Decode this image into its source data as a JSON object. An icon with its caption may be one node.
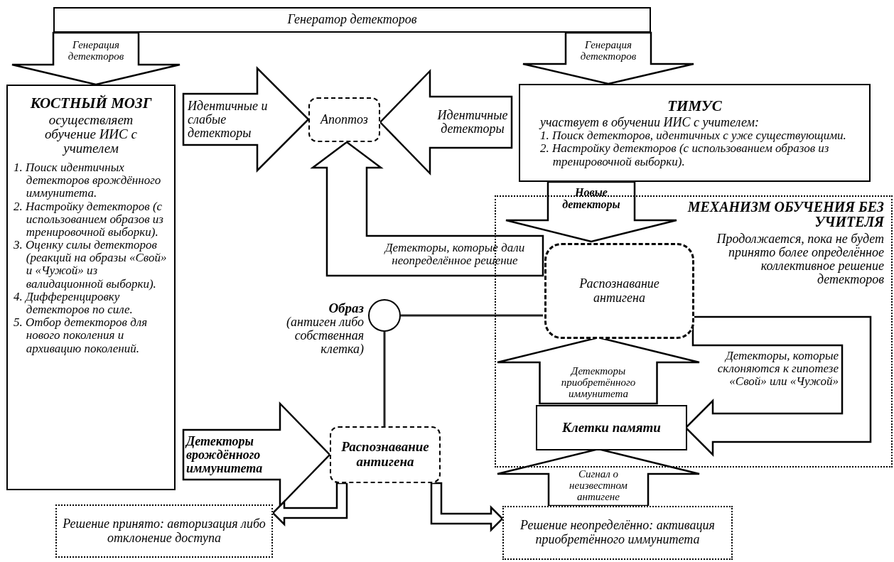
{
  "diagram": {
    "nodes": [
      {
        "text": [
          "Генератор детекторов"
        ]
      },
      {
        "text": [
          "КОСТНЫЙ МОЗГ",
          "осуществляет обучение ИИС с учителем",
          "1. Поиск идентичных детекторов врождённого иммунитета.",
          "2. Настройку детекторов (с использованием образов из тренировочной выборки).",
          "3. Оценку силы детекторов (реакций на образы «Свой» и «Чужой» из валидационной выборки).",
          "4. Дифференцировку детекторов по силе.",
          "5. Отбор детекторов для нового поколения и архивацию поколений."
        ]
      },
      {
        "text": [
          "Апоптоз"
        ]
      },
      {
        "text": [
          "ТИМУС",
          "участвует в обучении ИИС с учителем:",
          "1. Поиск детекторов, идентичных с уже существующими.",
          "2. Настройку детекторов (с использованием образов из тренировочной выборки)."
        ]
      },
      {
        "text": [
          "МЕХАНИЗМ ОБУЧЕНИЯ БЕЗ УЧИТЕЛЯ",
          "Продолжается, пока не будет принято более определённое коллективное решение детекторов"
        ]
      },
      {
        "text": [
          "Распознавание антигена"
        ],
        "in": 4
      },
      {
        "text": [
          "Клетки памяти"
        ],
        "in": 4
      },
      {
        "text": [],
        "shape": "circle",
        "beside": [
          "Образ",
          "(антиген либо собственная клетка)"
        ]
      },
      {
        "text": [
          "Распознавание антигена"
        ]
      },
      {
        "text": [
          "Решение принято: авторизация либо отклонение доступа"
        ]
      },
      {
        "text": [
          "Решение неопределённо: активация приобретённого иммунитета"
        ]
      }
    ],
    "edges": [
      {
        "from": 0,
        "to": 1,
        "arrow": "to",
        "label": "Генерация детекторов"
      },
      {
        "from": 0,
        "to": 3,
        "arrow": "to",
        "label": "Генерация детекторов"
      },
      {
        "from": null,
        "to": 2,
        "arrow": "to",
        "label": "Идентичные и слабые детекторы"
      },
      {
        "from": null,
        "to": 2,
        "arrow": "to",
        "label": "Идентичные детекторы"
      },
      {
        "from": 5,
        "to": 2,
        "arrow": "to",
        "label": "Детекторы, которые дали неопределённое решение"
      },
      {
        "from": 3,
        "to": 5,
        "arrow": "to",
        "label": "Новые детекторы"
      },
      {
        "from": 5,
        "to": 6,
        "arrow": "to",
        "label": "Детекторы, которые склоняются к гипотезе «Свой» или «Чужой»"
      },
      {
        "from": 6,
        "to": 5,
        "arrow": "to",
        "label": "Детекторы приобретённого иммунитета"
      },
      {
        "from": null,
        "to": 8,
        "arrow": "to",
        "label": "Детекторы врождённого иммунитета"
      },
      {
        "from": 10,
        "to": 6,
        "arrow": "to",
        "label": "Сигнал о неизвестном антигене"
      },
      {
        "from": 7,
        "to": 5,
        "arrow": "none"
      },
      {
        "from": 7,
        "to": 8,
        "arrow": "none"
      },
      {
        "from": 8,
        "to": 9,
        "arrow": "to"
      },
      {
        "from": 8,
        "to": 10,
        "arrow": "to"
      }
    ]
  }
}
